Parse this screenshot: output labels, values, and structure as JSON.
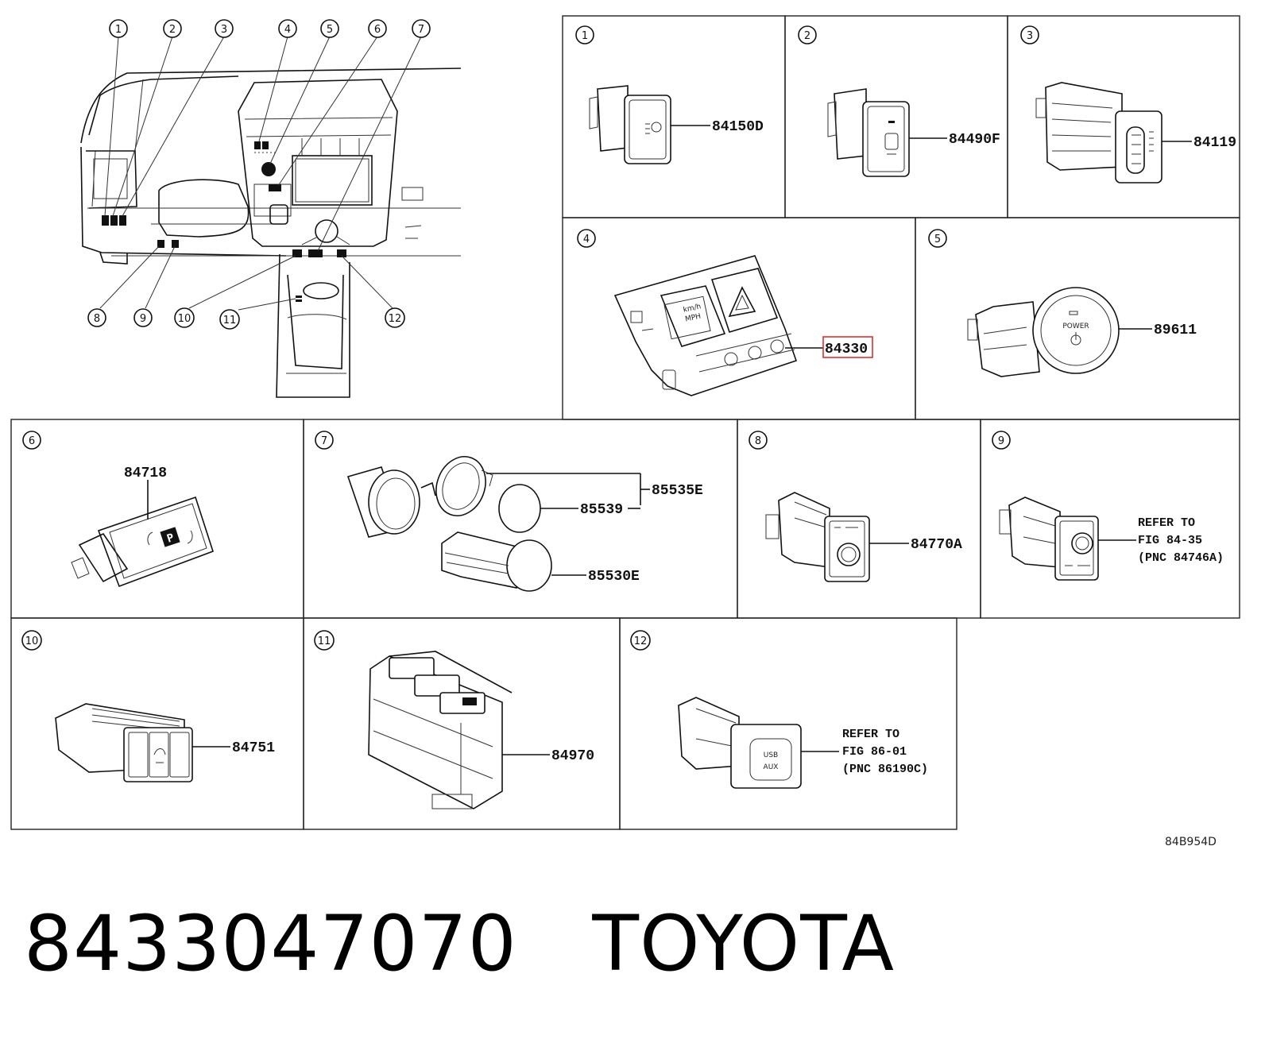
{
  "diagram_code": "84B954D",
  "title": "8433047070   TOYOTA",
  "overview_callouts": [
    "1",
    "2",
    "3",
    "4",
    "5",
    "6",
    "7",
    "8",
    "9",
    "10",
    "11",
    "12"
  ],
  "panels": [
    {
      "num": "1",
      "parts": [
        "84150D"
      ]
    },
    {
      "num": "2",
      "parts": [
        "84490F"
      ]
    },
    {
      "num": "3",
      "parts": [
        "84119"
      ]
    },
    {
      "num": "4",
      "parts": [
        "84330"
      ],
      "highlighted": "84330",
      "highlight_color": "#e03030"
    },
    {
      "num": "5",
      "parts": [
        "89611"
      ],
      "button_text": "POWER"
    },
    {
      "num": "6",
      "parts": [
        "84718"
      ],
      "button_text": "P"
    },
    {
      "num": "7",
      "parts": [
        "85535E",
        "85539",
        "85530E"
      ]
    },
    {
      "num": "8",
      "parts": [
        "84770A"
      ]
    },
    {
      "num": "9",
      "refer": [
        "REFER TO",
        "FIG 84-35",
        "(PNC 84746A)"
      ]
    },
    {
      "num": "10",
      "parts": [
        "84751"
      ]
    },
    {
      "num": "11",
      "parts": [
        "84970"
      ]
    },
    {
      "num": "12",
      "refer": [
        "REFER TO",
        "FIG 86-01",
        "(PNC 86190C)"
      ],
      "button_text": [
        "USB",
        "AUX"
      ]
    }
  ]
}
